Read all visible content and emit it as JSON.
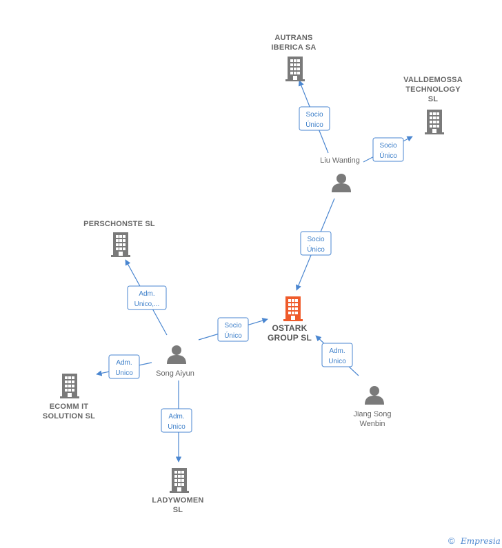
{
  "colors": {
    "company": "#7a7a7a",
    "focus_company": "#ef5b2b",
    "person": "#7a7a7a",
    "edge": "#4a86d0"
  },
  "nodes": [
    {
      "id": "autrans",
      "type": "company",
      "lines": [
        "AUTRANS",
        "IBERICA SA"
      ]
    },
    {
      "id": "valldemossa",
      "type": "company",
      "lines": [
        "VALLDEMOSSA",
        "TECHNOLOGY",
        "SL"
      ]
    },
    {
      "id": "liu",
      "type": "person",
      "lines": [
        "Liu Wanting"
      ]
    },
    {
      "id": "perschonste",
      "type": "company",
      "lines": [
        "PERSCHONSTE SL"
      ]
    },
    {
      "id": "ostark",
      "type": "focus",
      "lines": [
        "OSTARK",
        "GROUP  SL"
      ]
    },
    {
      "id": "song",
      "type": "person",
      "lines": [
        "Song Aiyun"
      ]
    },
    {
      "id": "ecomm",
      "type": "company",
      "lines": [
        "ECOMM IT",
        "SOLUTION  SL"
      ]
    },
    {
      "id": "jiang",
      "type": "person",
      "lines": [
        "Jiang Song",
        "Wenbin"
      ]
    },
    {
      "id": "ladywomen",
      "type": "company",
      "lines": [
        "LADYWOMEN",
        "SL"
      ]
    }
  ],
  "edges": [
    {
      "id": "liu-autrans",
      "lines": [
        "Socio",
        "Único"
      ]
    },
    {
      "id": "liu-valldemossa",
      "lines": [
        "Socio",
        "Único"
      ]
    },
    {
      "id": "liu-ostark",
      "lines": [
        "Socio",
        "Único"
      ]
    },
    {
      "id": "song-perschonste",
      "lines": [
        "Adm.",
        "Unico,..."
      ]
    },
    {
      "id": "song-ostark",
      "lines": [
        "Socio",
        "Único"
      ]
    },
    {
      "id": "song-ecomm",
      "lines": [
        "Adm.",
        "Unico"
      ]
    },
    {
      "id": "song-ladywomen",
      "lines": [
        "Adm.",
        "Unico"
      ]
    },
    {
      "id": "jiang-ostark",
      "lines": [
        "Adm.",
        "Unico"
      ]
    }
  ],
  "footer": {
    "copyright_symbol": "©",
    "brand": "Empresia"
  }
}
